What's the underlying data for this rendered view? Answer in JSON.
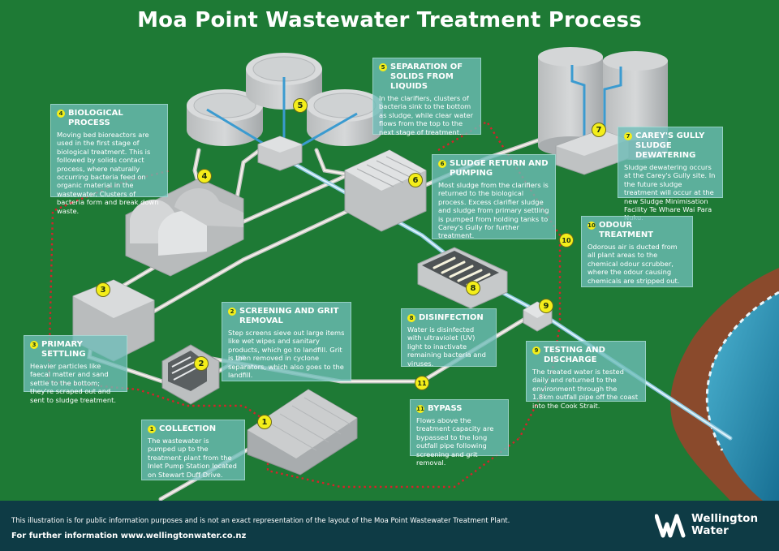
{
  "title": "Moa Point Wastewater Treatment Process",
  "steps": {
    "s1": {
      "num": "1",
      "title": "COLLECTION",
      "body": "The wastewater is pumped up to the treatment plant from the Inlet Pump Station located on Stewart Duff Drive."
    },
    "s2": {
      "num": "2",
      "title": "SCREENING AND GRIT REMOVAL",
      "body": "Step screens sieve out large items like wet wipes and sanitary products, which go to landfill. Grit is then removed in cyclone separators, which also goes to the landfill."
    },
    "s3": {
      "num": "3",
      "title": "PRIMARY SETTLING",
      "body": "Heavier particles like faecal matter and sand settle to the bottom; they're scraped out and sent to sludge treatment."
    },
    "s4": {
      "num": "4",
      "title": "BIOLOGICAL PROCESS",
      "body": "Moving bed bioreactors are used in the first stage of biological treatment. This is followed by solids contact process, where naturally occurring bacteria feed on organic material in the wastewater. Clusters of bacteria form and break down waste."
    },
    "s5": {
      "num": "5",
      "title": "SEPARATION OF SOLIDS FROM LIQUIDS",
      "body": "In the clarifiers, clusters of bacteria sink to the bottom as sludge, while clear water flows from the top to the next stage of treatment."
    },
    "s6": {
      "num": "6",
      "title": "SLUDGE RETURN AND PUMPING",
      "body": "Most sludge from the clarifiers is returned to the biological process. Excess clarifier sludge and sludge from primary settling is pumped from holding tanks to Carey's Gully for further treatment."
    },
    "s7": {
      "num": "7",
      "title": "CAREY'S GULLY SLUDGE DEWATERING",
      "body": "Sludge dewatering occurs at the Carey's Gully site. In the future sludge treatment will occur at the new Sludge Minimisation Facility Te Whare Wai Para Nuku."
    },
    "s8": {
      "num": "8",
      "title": "DISINFECTION",
      "body": "Water is disinfected with ultraviolet (UV) light to inactivate remaining bacteria and viruses."
    },
    "s9": {
      "num": "9",
      "title": "TESTING AND DISCHARGE",
      "body": "The treated water is tested daily and returned to the environment through the 1.8km outfall pipe off the coast into the Cook Strait."
    },
    "s10": {
      "num": "10",
      "title": "ODOUR TREATMENT",
      "body": "Odorous air is ducted from all plant areas to the chemical odour scrubber, where the odour causing chemicals are stripped out."
    },
    "s11": {
      "num": "11",
      "title": "BYPASS",
      "body": "Flows above the treatment capacity are bypassed to the long outfall pipe following screening and grit removal."
    }
  },
  "markers": [
    "1",
    "2",
    "3",
    "4",
    "5",
    "6",
    "7",
    "8",
    "9",
    "10",
    "11"
  ],
  "footer": {
    "disclaimer": "This illustration is for public information purposes and is not an exact representation of the layout of the Moa Point Wastewater Treatment Plant.",
    "info": "For further information www.wellingtonwater.co.nz",
    "logo_line1": "Wellington",
    "logo_line2": "Water"
  },
  "colors": {
    "background": "#1e7a35",
    "card": "#6ebeb9",
    "marker": "#f4ee1a",
    "pipe_water": "#bfe3f2",
    "sea": "#3fa9c8",
    "footer": "#0e3b45"
  }
}
